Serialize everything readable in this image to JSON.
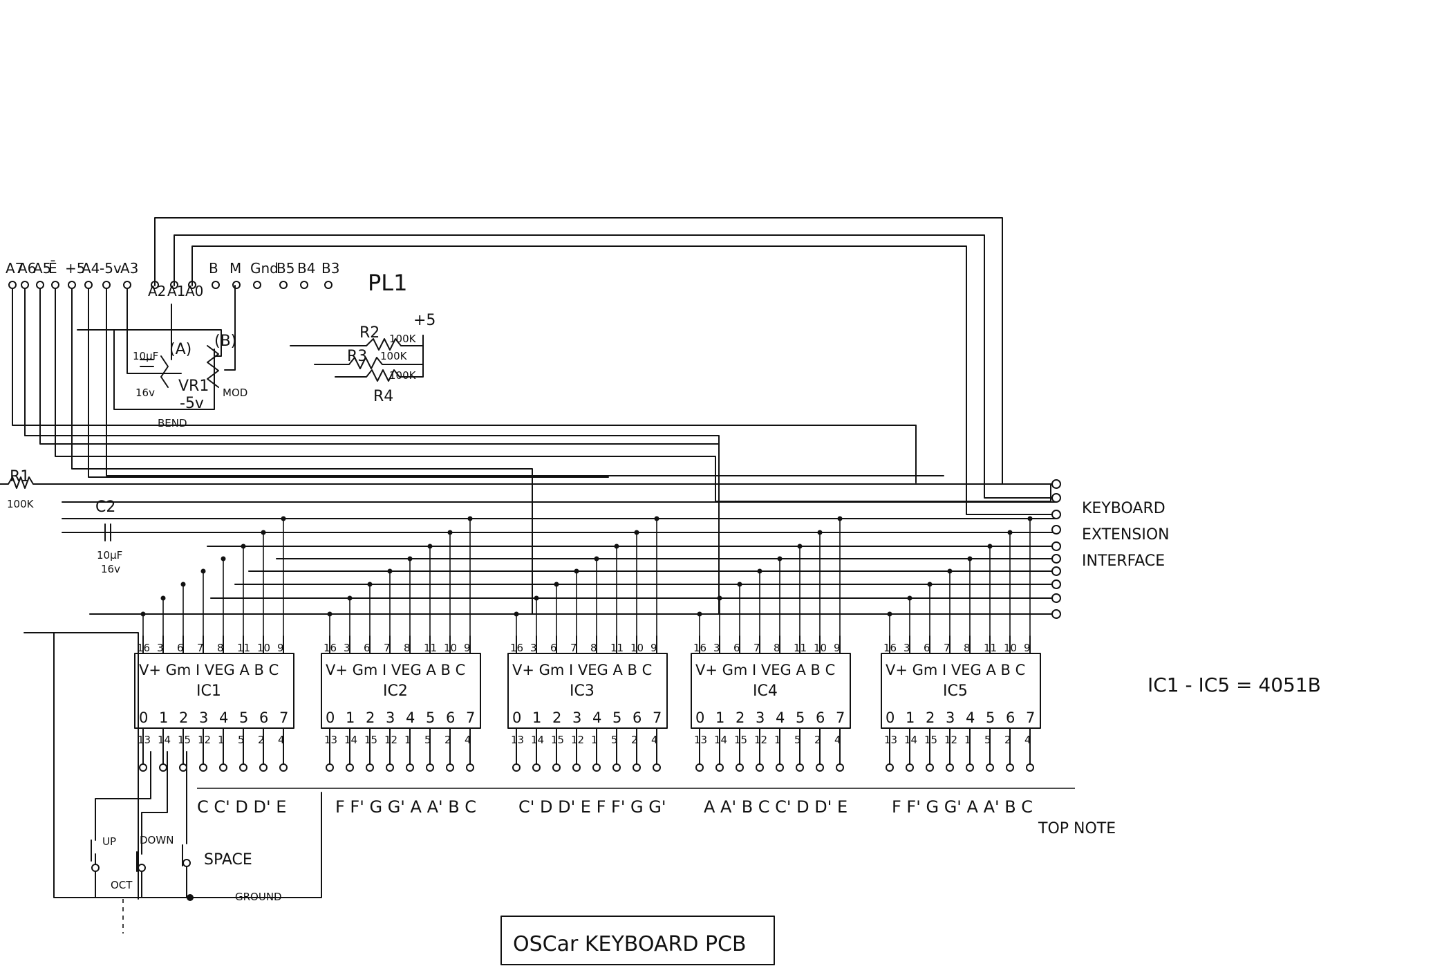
{
  "connector": {
    "name": "PL1",
    "pins": [
      "A7",
      "A6",
      "A5",
      "Ē",
      "+5",
      "A4",
      "-5v",
      "A3",
      "A2",
      "A1",
      "A0",
      "B",
      "M",
      "Gnd",
      "B5",
      "B4",
      "B3"
    ]
  },
  "components": {
    "r1": {
      "name": "R1",
      "value": "100K"
    },
    "r2": {
      "name": "R2",
      "value": "100K"
    },
    "r3": {
      "name": "R3",
      "value": "100K"
    },
    "r4": {
      "name": "R4",
      "value": "100K"
    },
    "plus5": "+5",
    "c1": {
      "value": "10µF",
      "voltage": "16v"
    },
    "c2": {
      "name": "C2",
      "value": "10µF",
      "voltage": "16v"
    },
    "vr1": {
      "name": "VR1",
      "supply": "-5v"
    },
    "pot_a": "(A)",
    "pot_b": "(B)",
    "bend": "BEND",
    "mod": "MOD"
  },
  "ic_pin_labels": {
    "top_numbers": [
      "16",
      "3",
      "6",
      "7",
      "8",
      "11",
      "10",
      "9"
    ],
    "top_names": "V+ Gm I VEG A B C",
    "bottom_names": [
      "0",
      "1",
      "2",
      "3",
      "4",
      "5",
      "6",
      "7"
    ],
    "bottom_numbers": [
      "13",
      "14",
      "15",
      "12",
      "1",
      "5",
      "2",
      "4"
    ]
  },
  "ics": [
    {
      "name": "IC1",
      "notes": "C C' D D' E"
    },
    {
      "name": "IC2",
      "notes": "F F' G G' A A' B C"
    },
    {
      "name": "IC3",
      "notes": "C' D D' E F F' G G'"
    },
    {
      "name": "IC4",
      "notes": "A A' B C C' D D' E"
    },
    {
      "name": "IC5",
      "notes": "F F' G G' A A' B C"
    }
  ],
  "ic_equivalence": "IC1 - IC5 = 4051B",
  "buttons": {
    "up": "UP",
    "down": "DOWN",
    "oct": "OCT",
    "space": "SPACE"
  },
  "ground": "GROUND",
  "bus_labels": [
    "KEYBOARD",
    "EXTENSION",
    "INTERFACE"
  ],
  "top_note": "TOP NOTE",
  "title": "OSCar KEYBOARD PCB"
}
